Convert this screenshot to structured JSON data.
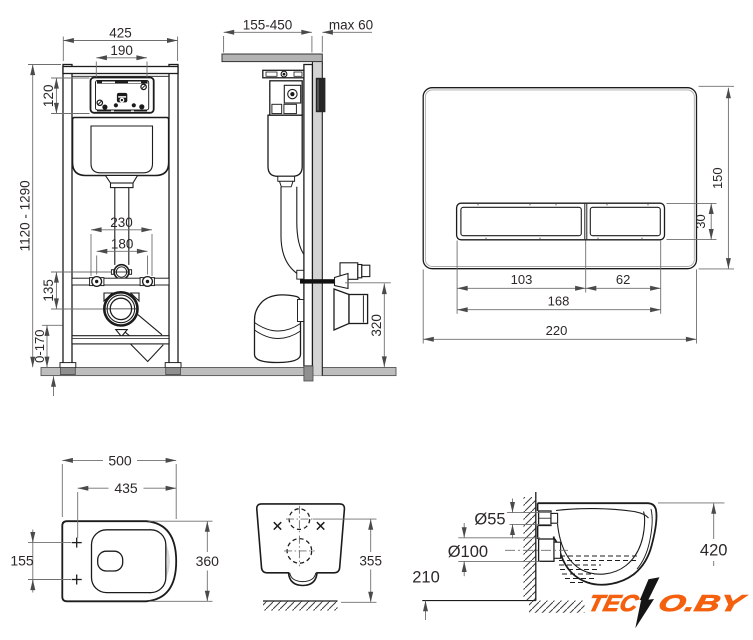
{
  "drawing": {
    "type": "installation-dimensions-diagram",
    "subject": "wall-hung toilet with concealed cistern frame and flush plate"
  },
  "views": {
    "frame_front": {
      "name": "installation frame front view",
      "labels": {
        "frame_width": "425",
        "window_width": "190",
        "window_height": "120",
        "frame_height_range": "1120 - 1290",
        "fixing_outer_spacing": "230",
        "fixing_bolt_spacing": "180",
        "outlet_drop": "135",
        "foot_adjust_range": "0-170"
      }
    },
    "frame_side": {
      "name": "installation frame side view",
      "labels": {
        "depth_position_range": "155-450",
        "wall_finish_max": "max 60",
        "outlet_height": "320"
      }
    },
    "flush_plate": {
      "name": "flush plate front view",
      "labels": {
        "plate_height": "150",
        "button_height": "30",
        "button_left_width": "103",
        "button_right_width": "62",
        "buttons_width": "168",
        "plate_width": "220"
      }
    },
    "bowl_top": {
      "name": "toilet bowl top view",
      "labels": {
        "bowl_length": "500",
        "length_to_holes": "435",
        "hole_spacing": "155",
        "bowl_width": "360"
      }
    },
    "bowl_rear": {
      "name": "toilet bowl rear view",
      "labels": {
        "inlet_height": "355"
      }
    },
    "bowl_side": {
      "name": "toilet bowl side view",
      "labels": {
        "inlet_diameter": "Ø55",
        "drain_diameter": "Ø100",
        "drain_height": "210",
        "bowl_height": "420"
      }
    }
  },
  "logo": {
    "name": "TECNO.BY",
    "part1": "TEC",
    "part2": "O.BY"
  },
  "colors": {
    "accent_orange": "#f4600e",
    "object_line": "#1c1c1c",
    "dimension_line": "#6f6f6f",
    "floor_gray": "#bdbdbd",
    "slab_gray": "#b2b2b2",
    "wall_gray": "#d4d4d4",
    "foot_gray": "#8f8f8f"
  }
}
